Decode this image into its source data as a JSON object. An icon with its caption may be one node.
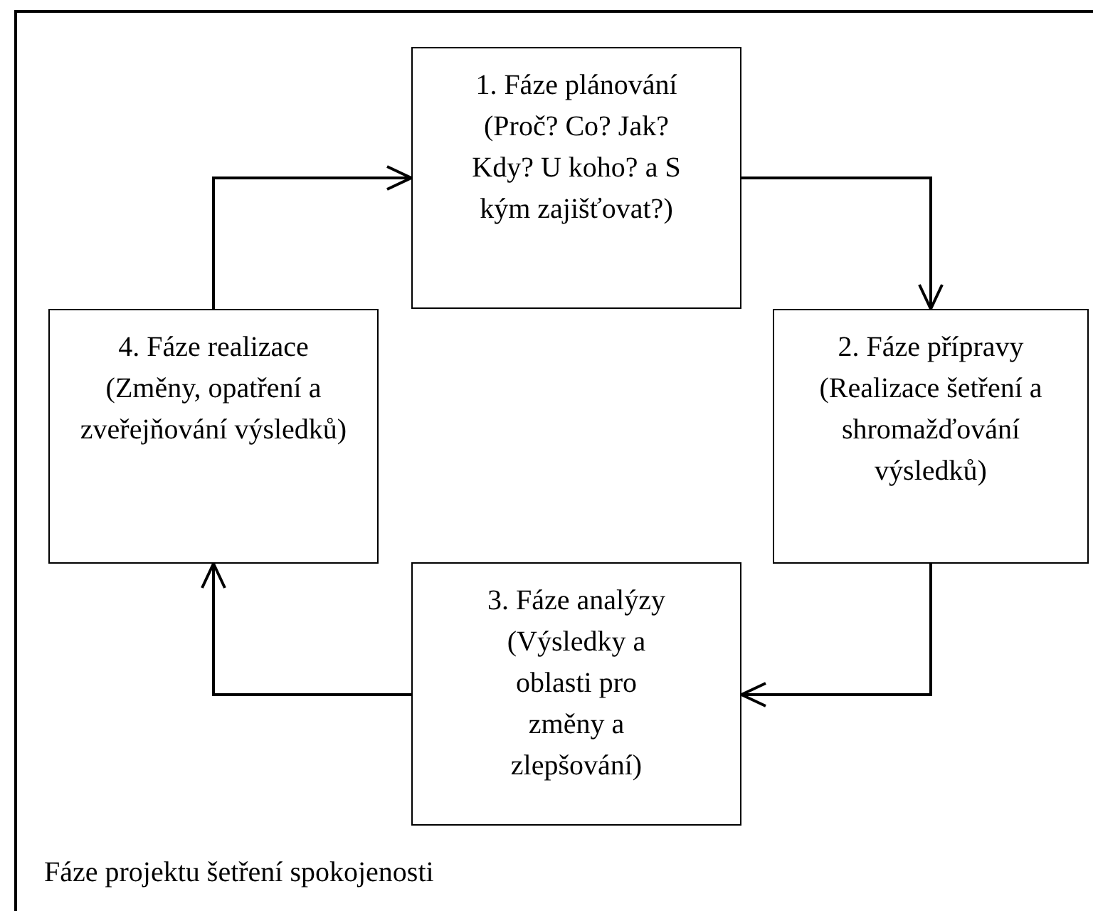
{
  "diagram": {
    "caption": "Fáze projektu šetření spokojenosti",
    "nodes": [
      {
        "text": [
          "1. Fáze plánování",
          "(Proč? Co? Jak? Kdy? U koho? a S kým zajišťovat?)"
        ]
      },
      {
        "text": [
          "2. Fáze přípravy",
          "(Realizace šetření a shromažďování výsledků)"
        ]
      },
      {
        "text": [
          "3. Fáze analýzy",
          "(Výsledky a oblasti pro změny a zlepšování)"
        ]
      },
      {
        "text": [
          "4. Fáze realizace",
          "(Změny, opatření a zveřejňování výsledků)"
        ]
      }
    ],
    "edges": [
      {
        "from": 0,
        "to": 1,
        "arrow": "to"
      },
      {
        "from": 1,
        "to": 2,
        "arrow": "to"
      },
      {
        "from": 2,
        "to": 3,
        "arrow": "to"
      },
      {
        "from": 3,
        "to": 0,
        "arrow": "to"
      }
    ]
  }
}
